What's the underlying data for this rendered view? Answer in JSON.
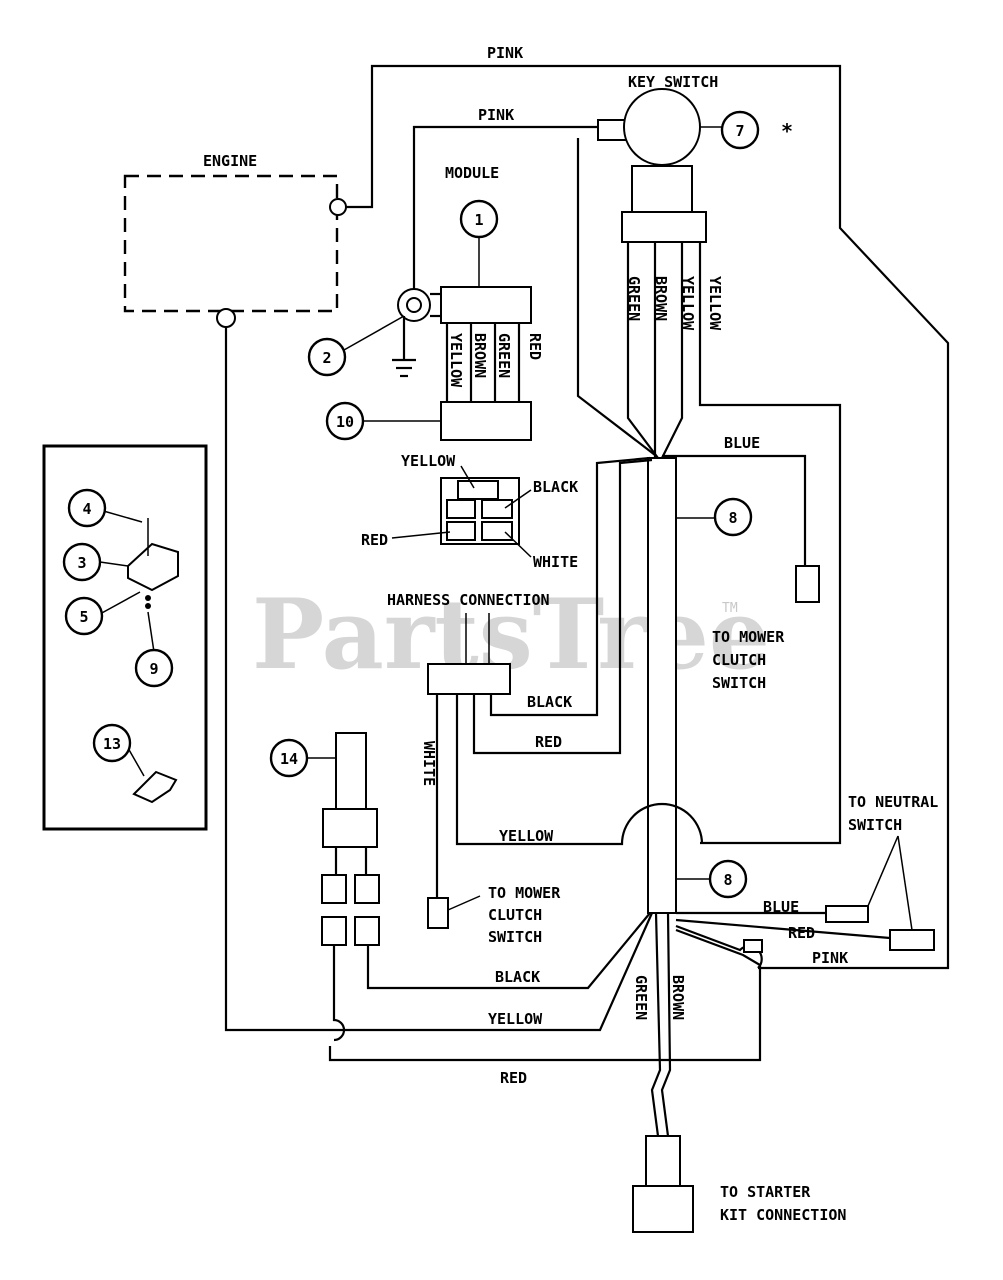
{
  "watermark": {
    "text": "PartsTree",
    "mark": "TM"
  },
  "labels": {
    "engine": "ENGINE",
    "module": "MODULE",
    "key_switch": "KEY SWITCH",
    "asterisk": "*",
    "pink_top": "PINK",
    "pink_key": "PINK",
    "module_wires": [
      "YELLOW",
      "BROWN",
      "GREEN",
      "RED"
    ],
    "key_wires": [
      "GREEN",
      "BROWN",
      "YELLOW",
      "YELLOW"
    ],
    "plug_yellow": "YELLOW",
    "plug_black": "BLACK",
    "plug_red": "RED",
    "plug_white": "WHITE",
    "blue_top": "BLUE",
    "mower_clutch_right": [
      "TO MOWER",
      "CLUTCH",
      "SWITCH"
    ],
    "harness_connection": "HARNESS CONNECTION",
    "harness_black": "BLACK",
    "harness_red": "RED",
    "harness_white": "WHITE",
    "harness_yellow": "YELLOW",
    "mower_clutch_left": [
      "TO MOWER",
      "CLUTCH",
      "SWITCH"
    ],
    "neutral_switch": [
      "TO NEUTRAL",
      "SWITCH"
    ],
    "blue_bottom": "BLUE",
    "red_bottom": "RED",
    "pink_bottom": "PINK",
    "black_bottom": "BLACK",
    "yellow_bottom": "YELLOW",
    "red_lowest": "RED",
    "green_bottom": "GREEN",
    "brown_bottom": "BROWN",
    "starter_kit": [
      "TO STARTER",
      "KIT CONNECTION"
    ]
  },
  "callouts": [
    "1",
    "2",
    "3",
    "4",
    "5",
    "7",
    "8",
    "8",
    "9",
    "10",
    "13",
    "14"
  ]
}
